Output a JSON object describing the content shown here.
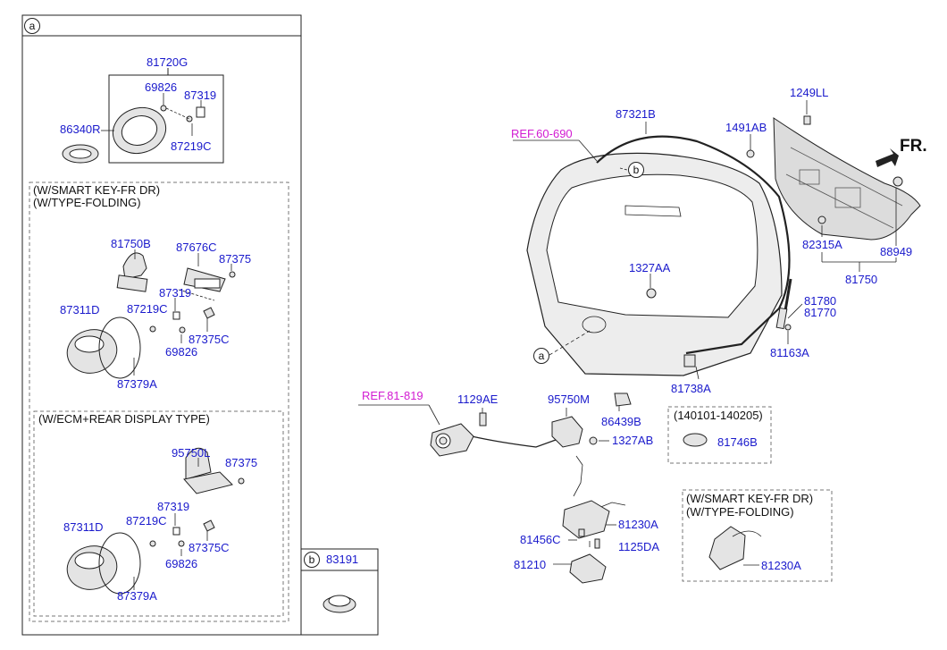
{
  "panel_a": {
    "marker": "a",
    "group_top": {
      "head": "81720G",
      "parts": [
        "69826",
        "87319",
        "86340R",
        "87219C"
      ]
    },
    "smart_key": {
      "condition_1": "(W/SMART KEY-FR DR)",
      "condition_2": "(W/TYPE-FOLDING)",
      "parts": [
        "81750B",
        "87676C",
        "87375",
        "87319",
        "87311D",
        "87219C",
        "87375C",
        "69826",
        "87379A"
      ]
    },
    "ecm": {
      "condition": "(W/ECM+REAR DISPLAY TYPE)",
      "parts": [
        "95750L",
        "87375",
        "87319",
        "87311D",
        "87219C",
        "87375C",
        "69826",
        "87379A"
      ]
    }
  },
  "panel_b": {
    "marker": "b",
    "part": "83191"
  },
  "main": {
    "refs": [
      "REF.60-690",
      "REF.81-819"
    ],
    "direction": "FR.",
    "markers": [
      "b",
      "a"
    ],
    "parts": [
      "87321B",
      "1491AB",
      "1249LL",
      "82315A",
      "88949",
      "81750",
      "1327AA",
      "81780",
      "81770",
      "81163A",
      "81738A",
      "1129AE",
      "95750M",
      "1327AB",
      "86439B",
      "81230A",
      "81456C",
      "1125DA",
      "81210"
    ],
    "date_box": {
      "range": "(140101-140205)",
      "part": "81746B"
    },
    "smart_box": {
      "condition_1": "(W/SMART KEY-FR DR)",
      "condition_2": "(W/TYPE-FOLDING)",
      "part": "81230A"
    }
  },
  "colors": {
    "part_number": "#1a1acc",
    "reference": "#d21bd2",
    "line": "#222222",
    "part_fill": "#e4e4e4"
  }
}
